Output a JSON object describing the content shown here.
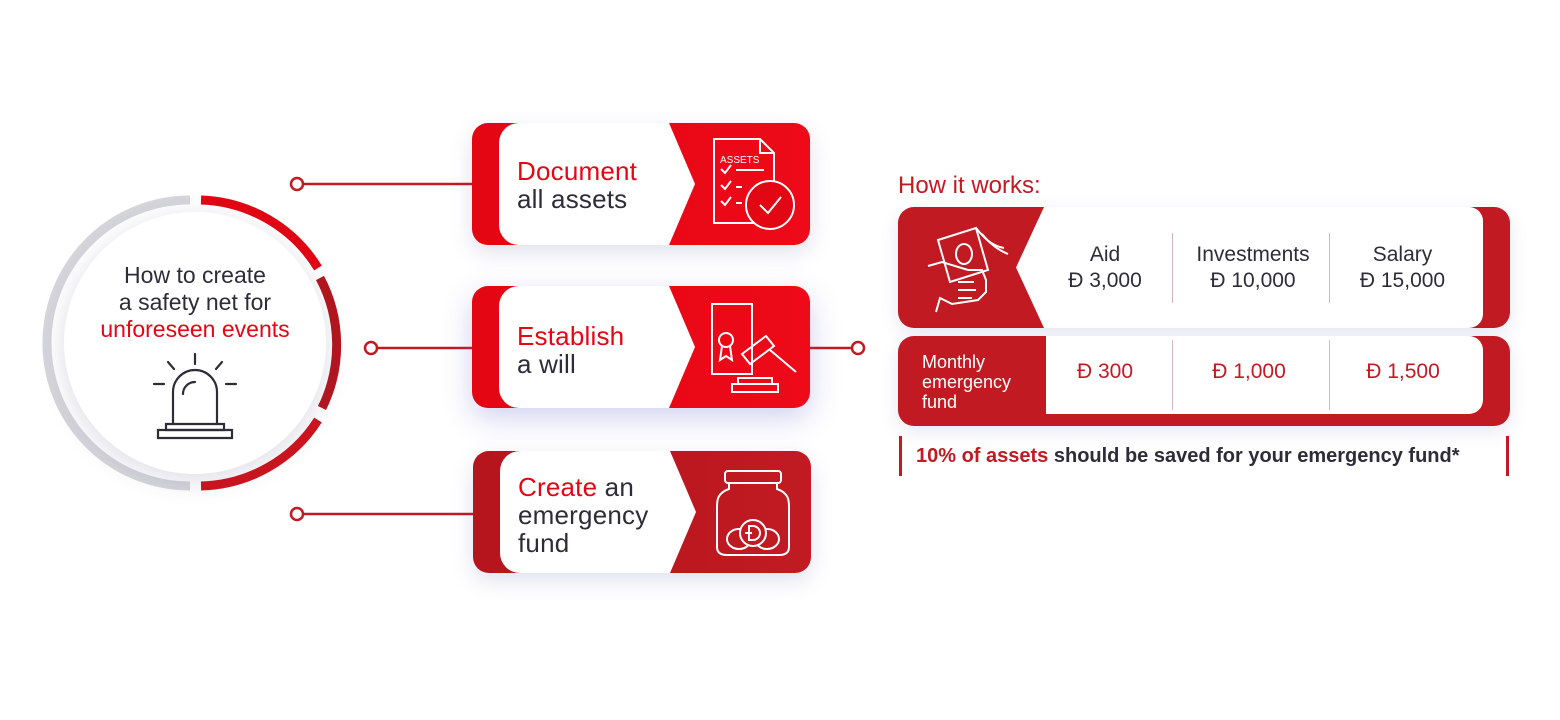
{
  "hub": {
    "line1": "How to create",
    "line2": "a safety net for",
    "line3": "unforeseen events",
    "icon": "alarm-light-icon"
  },
  "steps": [
    {
      "accent": "Document",
      "rest": "all assets",
      "icon": "assets-checklist-icon",
      "icon_text": "ASSETS"
    },
    {
      "accent": "Establish",
      "rest": "a will",
      "icon": "will-gavel-icon"
    },
    {
      "accent": "Create",
      "rest_inline": " an",
      "rest_line2": "emergency",
      "rest_line3": "fund",
      "icon": "coin-jar-icon"
    }
  ],
  "how_it_works": {
    "heading": "How it works:",
    "income_icon": "hand-money-icon",
    "columns": [
      {
        "label": "Aid",
        "amount": "Đ 3,000"
      },
      {
        "label": "Investments",
        "amount": "Đ 10,000"
      },
      {
        "label": "Salary",
        "amount": "Đ 15,000"
      }
    ],
    "fund_label_1": "Monthly",
    "fund_label_2": "emergency",
    "fund_label_3": "fund",
    "fund_values": [
      "Đ 300",
      "Đ 1,000",
      "Đ 1,500"
    ],
    "note_accent": "10% of assets",
    "note_rest": " should be saved for your emergency fund*"
  },
  "colors": {
    "red": "#e30613",
    "dark_red": "#c11a22",
    "text": "#2d2d3a",
    "ring_grey": "#d5d5db"
  }
}
